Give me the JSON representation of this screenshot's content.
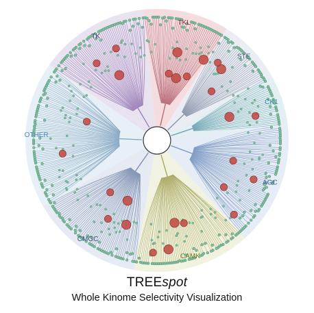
{
  "figure": {
    "title_main": "TREE",
    "title_italic": "spot",
    "subtitle": "Whole Kinome Selectivity Visualization"
  },
  "groups": [
    {
      "key": "TK",
      "label": "TK",
      "start_deg": 215,
      "end_deg": 264,
      "sector_color": "#e9e3f0",
      "branch_color": "#9b7fb8",
      "label_color": "#3b3770"
    },
    {
      "key": "TKL",
      "label": "TKL",
      "start_deg": 264,
      "end_deg": 302,
      "sector_color": "#f4dcdf",
      "branch_color": "#b96a75",
      "label_color": "#8a2a35"
    },
    {
      "key": "STE",
      "label": "STE",
      "start_deg": 302,
      "end_deg": 330,
      "sector_color": "#eaedf3",
      "branch_color": "#8a94aa",
      "label_color": "#4a5d80"
    },
    {
      "key": "CK1",
      "label": "CK1",
      "start_deg": 330,
      "end_deg": 353,
      "sector_color": "#e3eff2",
      "branch_color": "#6fa5b0",
      "label_color": "#2e8aa0"
    },
    {
      "key": "AGC",
      "label": "AGC",
      "start_deg": 353,
      "end_deg": 48,
      "sector_color": "#e6edf6",
      "branch_color": "#7b97c2",
      "label_color": "#3a5f95"
    },
    {
      "key": "CAMK",
      "label": "CAMK",
      "start_deg": 48,
      "end_deg": 100,
      "sector_color": "#f2f2e0",
      "branch_color": "#a8a860",
      "label_color": "#6e7a2c"
    },
    {
      "key": "CMGC",
      "label": "CMGC",
      "start_deg": 100,
      "end_deg": 150,
      "sector_color": "#e6ebf3",
      "branch_color": "#7e8fb0",
      "label_color": "#3d4f78"
    },
    {
      "key": "OTHER",
      "label": "OTHER",
      "start_deg": 150,
      "end_deg": 215,
      "sector_color": "#e7f0f6",
      "branch_color": "#86a8c2",
      "label_color": "#4a8ab5"
    }
  ],
  "colors": {
    "hit_node": "#c0473f",
    "kinase_node": "#7fbf9e",
    "center_ring": "#ffffff"
  },
  "hits": [
    {
      "group": "TKL",
      "deg": 287,
      "size": 3
    },
    {
      "group": "TKL",
      "deg": 283,
      "size": 3
    },
    {
      "group": "TKL",
      "deg": 280,
      "size": 2
    },
    {
      "group": "TKL",
      "deg": 300,
      "size": 3
    },
    {
      "group": "TKL",
      "deg": 295,
      "size": 2
    },
    {
      "group": "STE",
      "deg": 312,
      "size": 3
    },
    {
      "group": "STE",
      "deg": 318,
      "size": 2
    },
    {
      "group": "STE",
      "deg": 308,
      "size": 2
    },
    {
      "group": "CK1",
      "deg": 342,
      "size": 3
    },
    {
      "group": "CK1",
      "deg": 346,
      "size": 2
    },
    {
      "group": "AGC",
      "deg": 15,
      "size": 2
    },
    {
      "group": "AGC",
      "deg": 22,
      "size": 2
    },
    {
      "group": "AGC",
      "deg": 35,
      "size": 2
    },
    {
      "group": "AGC",
      "deg": 44,
      "size": 2
    },
    {
      "group": "CAMK",
      "deg": 78,
      "size": 3
    },
    {
      "group": "CAMK",
      "deg": 84,
      "size": 3
    },
    {
      "group": "CAMK",
      "deg": 72,
      "size": 2
    },
    {
      "group": "CAMK",
      "deg": 92,
      "size": 2
    },
    {
      "group": "CMGC",
      "deg": 110,
      "size": 3
    },
    {
      "group": "CMGC",
      "deg": 116,
      "size": 3
    },
    {
      "group": "CMGC",
      "deg": 122,
      "size": 2
    },
    {
      "group": "CMGC",
      "deg": 132,
      "size": 2
    },
    {
      "group": "OTHER",
      "deg": 172,
      "size": 2
    },
    {
      "group": "OTHER",
      "deg": 195,
      "size": 2
    },
    {
      "group": "TK",
      "deg": 232,
      "size": 2
    },
    {
      "group": "TK",
      "deg": 240,
      "size": 3
    },
    {
      "group": "TK",
      "deg": 246,
      "size": 2
    }
  ]
}
